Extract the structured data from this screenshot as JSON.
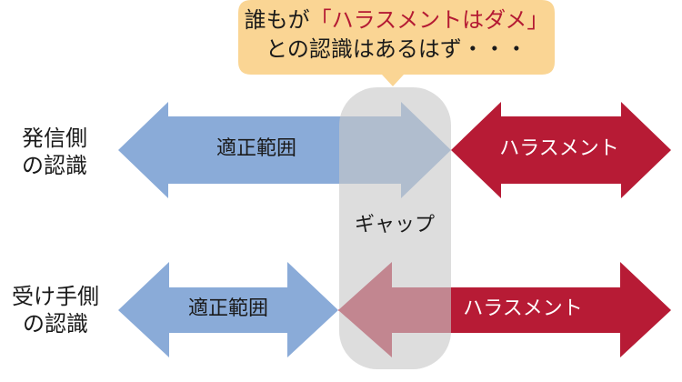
{
  "callout": {
    "line1_prefix": "誰もが",
    "line1_quote": "「ハラスメントはダメ」",
    "line2": "との認識はあるはず・・・"
  },
  "rows": [
    {
      "label_line1": "発信側",
      "label_line2": "の認識",
      "appropriate": "適正範囲",
      "harassment": "ハラスメント"
    },
    {
      "label_line1": "受け手側",
      "label_line2": "の認識",
      "appropriate": "適正範囲",
      "harassment": "ハラスメント"
    }
  ],
  "gap_label": "ギャップ",
  "colors": {
    "appropriate": "#8aabd8",
    "harassment": "#b71b35",
    "callout_bg": "#fad594",
    "gap": "#d3d3d3",
    "quote_text": "#b41a33"
  }
}
